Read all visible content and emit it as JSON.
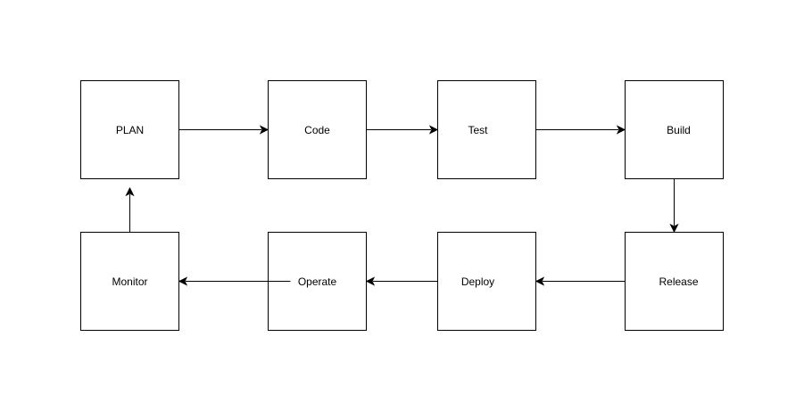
{
  "diagram": {
    "nodes": [
      {
        "id": "plan",
        "label": "PLAN"
      },
      {
        "id": "code",
        "label": "Code"
      },
      {
        "id": "test",
        "label": "Test"
      },
      {
        "id": "build",
        "label": "Build"
      },
      {
        "id": "release",
        "label": "Release"
      },
      {
        "id": "deploy",
        "label": "Deploy"
      },
      {
        "id": "operate",
        "label": "Operate"
      },
      {
        "id": "monitor",
        "label": "Monitor"
      }
    ],
    "edges": [
      {
        "from": "plan",
        "to": "code"
      },
      {
        "from": "code",
        "to": "test"
      },
      {
        "from": "test",
        "to": "build"
      },
      {
        "from": "build",
        "to": "release"
      },
      {
        "from": "release",
        "to": "deploy"
      },
      {
        "from": "deploy",
        "to": "operate"
      },
      {
        "from": "operate",
        "to": "monitor"
      },
      {
        "from": "monitor",
        "to": "plan"
      }
    ]
  }
}
